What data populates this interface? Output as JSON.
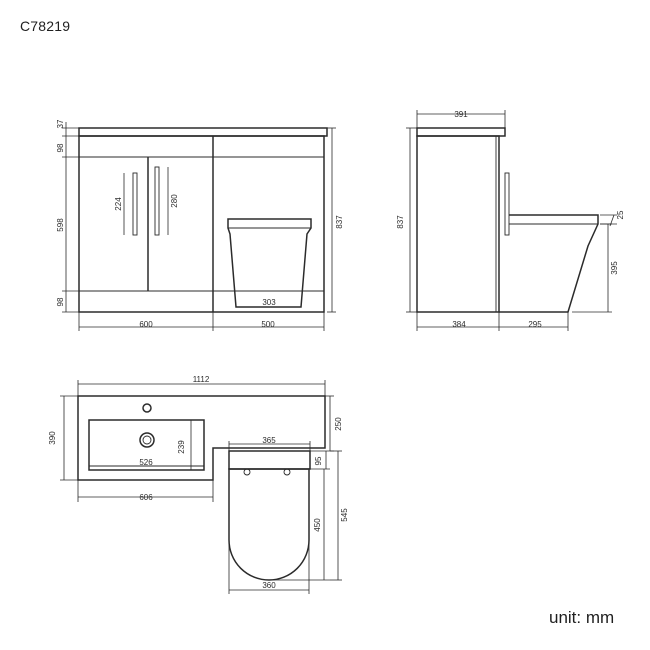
{
  "product_code": "C78219",
  "unit_label": "unit: mm",
  "front_view": {
    "top_thickness": "37",
    "top_rail": "98",
    "door_height": "598",
    "plinth": "98",
    "overall_height": "837",
    "handle_left": "224",
    "handle_right": "280",
    "basin_width": "600",
    "wc_unit_width": "500",
    "pan_base": "303"
  },
  "side_view": {
    "depth": "391",
    "overall_height": "837",
    "cistern_offset": "25",
    "pan_height": "395",
    "unit_depth": "384",
    "pan_projection": "295"
  },
  "plan_view": {
    "overall_width": "1112",
    "overall_depth": "390",
    "basin_bowl_width": "526",
    "basin_bowl_depth": "239",
    "basin_unit_width": "606",
    "top_to_cistern": "250",
    "cistern_width": "365",
    "cistern_depth": "95",
    "pan_length": "450",
    "pan_total": "545",
    "pan_width": "360"
  }
}
